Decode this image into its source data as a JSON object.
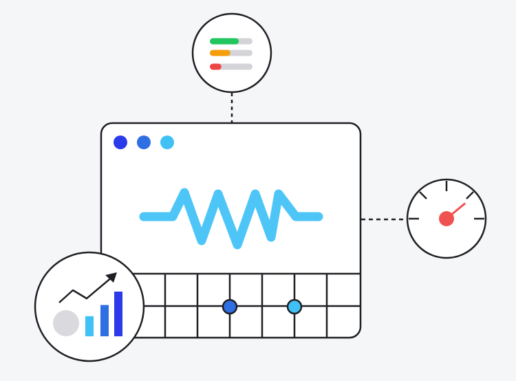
{
  "colors": {
    "background": "#f5f6f8",
    "outline": "#1f1f24",
    "panel": "#ffffff",
    "dot_blue_dark": "#2b3bea",
    "dot_blue_mid": "#2f6fe4",
    "dot_cyan": "#3fc1f5",
    "waveform": "#4dc6f7",
    "status_green": "#22c55e",
    "status_orange": "#f59e0b",
    "status_red": "#ef4444",
    "bar_track": "#d4d4d8",
    "gauge_needle": "#f05252",
    "bar_chart_blue_light": "#3fc1f5",
    "bar_chart_blue_mid": "#2f6fe4",
    "bar_chart_blue_dark": "#2b3bea",
    "neutral_circle": "#d9d9de",
    "grid_point_dark": "#2f6fe4",
    "grid_point_light": "#3fc1f5"
  },
  "icons": {
    "window": "monitoring-window-icon",
    "waveform": "waveform-icon",
    "status_bars": "status-bars-icon",
    "gauge": "speedometer-icon",
    "trend": "growth-chart-icon"
  },
  "status_bars": [
    {
      "color": "status_green",
      "fill": 0.68
    },
    {
      "color": "status_orange",
      "fill": 0.48
    },
    {
      "color": "status_red",
      "fill": 0.27
    }
  ],
  "gauge_level": 0.78,
  "trend_bars": [
    0.45,
    0.7,
    1.0
  ]
}
